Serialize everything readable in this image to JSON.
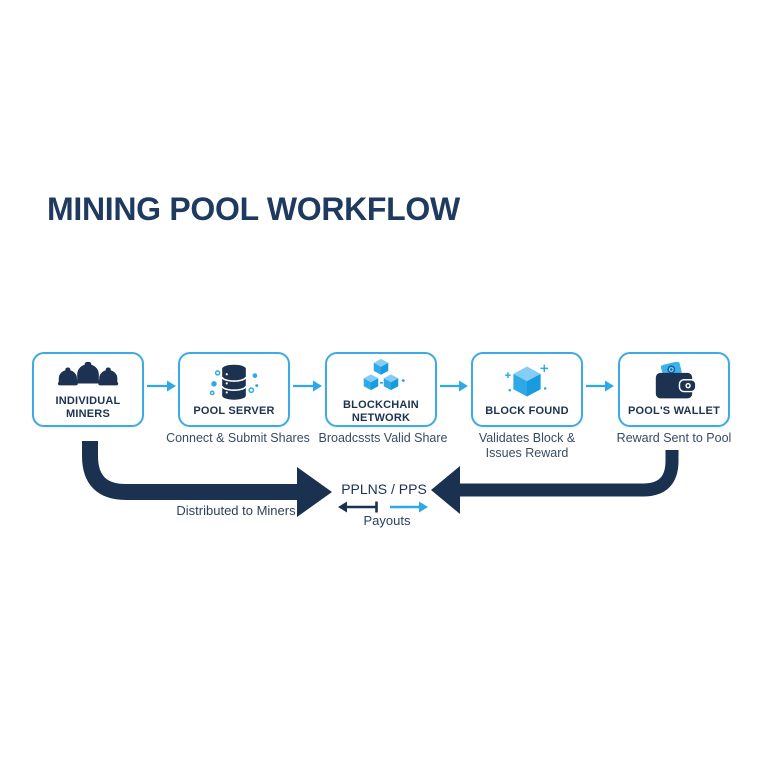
{
  "title": "MINING POOL WORKFLOW",
  "colors": {
    "navy": "#1b3150",
    "icon_navy": "#1d3250",
    "blue": "#2fa8e8",
    "blue_light": "#85cdf4",
    "blue_dark": "#179bdf",
    "box_border": "#3fa9e4",
    "text_sub": "#374b66"
  },
  "nodes": [
    {
      "label": "INDIVIDUAL MINERS",
      "icon": "miners-icon",
      "sublabel": ""
    },
    {
      "label": "POOL SERVER",
      "icon": "server-icon",
      "sublabel": "Connect & Submit Shares"
    },
    {
      "label": "BLOCKCHAIN NETWORK",
      "icon": "blockchain-icon",
      "sublabel": "Broadcssts Valid Share"
    },
    {
      "label": "BLOCK FOUND",
      "icon": "block-found-icon",
      "sublabel": "Validates Block & Issues Reward"
    },
    {
      "label": "POOL'S WALLET",
      "icon": "wallet-icon",
      "sublabel": "Reward Sent to Pool"
    }
  ],
  "payout_hub": {
    "method_label": "PPLNS / PPS",
    "payouts_label": "Payouts",
    "distributed_label": "Distributed to Miners"
  }
}
